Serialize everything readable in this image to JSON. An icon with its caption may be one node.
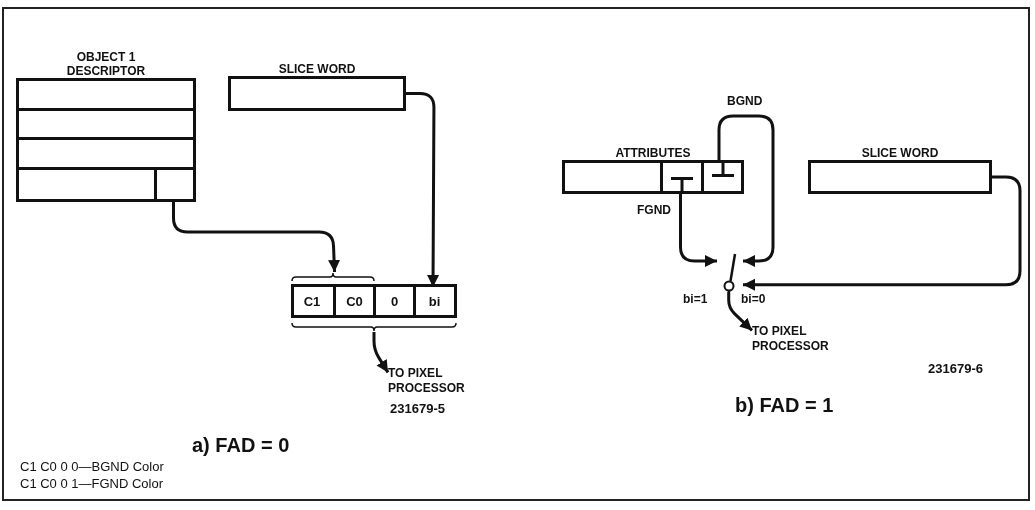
{
  "diagram": {
    "nodes": [
      {
        "text": [
          "OBJECT 1 DESCRIPTOR"
        ]
      },
      {
        "text": [],
        "shape": "box",
        "in": 0
      },
      {
        "text": [
          "SLICE WORD"
        ]
      },
      {
        "text": [],
        "shape": "box"
      },
      {
        "text": [
          "C1"
        ],
        "in": 3
      },
      {
        "text": [
          "C0"
        ],
        "in": 3
      },
      {
        "text": [
          "0"
        ],
        "in": 3
      },
      {
        "text": [
          "bi"
        ],
        "in": 3
      },
      {
        "text": [
          "TO PIXEL PROCESSOR"
        ]
      },
      {
        "text": [
          "ATTRIBUTES"
        ]
      },
      {
        "text": [],
        "shape": "box",
        "in": 9,
        "beside": [
          "FGND"
        ]
      },
      {
        "text": [],
        "shape": "box",
        "in": 9
      },
      {
        "text": [
          "SLICE WORD"
        ]
      },
      {
        "text": [],
        "shape": "circle",
        "beside": [
          "bi=1",
          "bi=0"
        ]
      },
      {
        "text": [
          "TO PIXEL PROCESSOR"
        ]
      }
    ],
    "edges": [
      {
        "from": 1,
        "to": 3,
        "arrow": "to"
      },
      {
        "from": 2,
        "to": 7,
        "arrow": "to"
      },
      {
        "from": 3,
        "to": 8,
        "arrow": "to"
      },
      {
        "from": 10,
        "to": 13,
        "arrow": "to"
      },
      {
        "from": 11,
        "to": 13,
        "arrow": "to"
      },
      {
        "from": 12,
        "to": 13,
        "arrow": "to"
      },
      {
        "from": 13,
        "to": 14,
        "arrow": "to"
      }
    ],
    "labels": [
      "BGND",
      "a) FAD = 0",
      "231679-5",
      "C1 C0 0 0—BGND Color",
      "C1 C0 0 1—FGND Color",
      "231679-6",
      "b) FAD = 1"
    ]
  }
}
